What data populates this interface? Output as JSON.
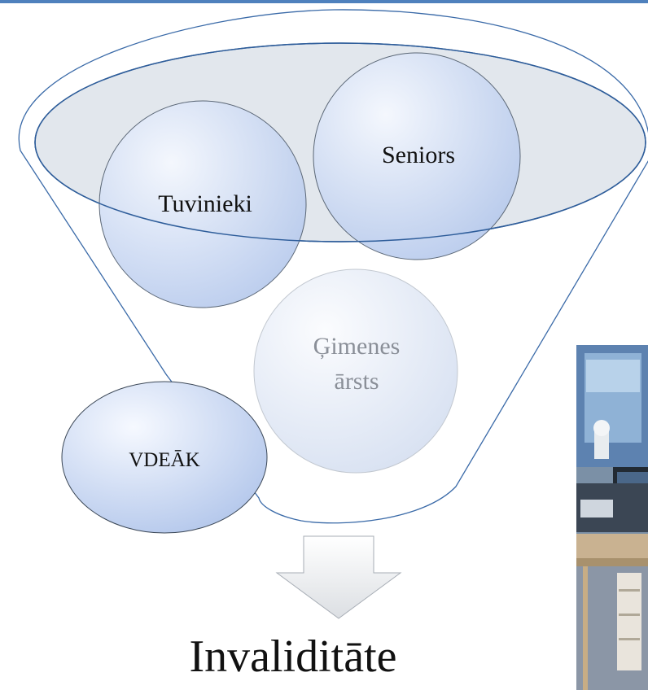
{
  "diagram": {
    "type": "funnel",
    "circles": [
      {
        "id": "tuvinieki",
        "label": "Tuvinieki"
      },
      {
        "id": "seniors",
        "label": "Seniors"
      },
      {
        "id": "gimenes",
        "label_line1": "Ģimenes",
        "label_line2": "ārsts"
      },
      {
        "id": "vdeak",
        "label": "VDEĀK"
      }
    ],
    "result": "Invaliditāte"
  },
  "colors": {
    "accent_line": "#4f81bd",
    "funnel_stroke": "#2e5d9a",
    "ellipse_fill": "#dde3ea",
    "bubble_light": "#f6f9ff",
    "bubble_dark": "#b6c9ec",
    "faded_text": "#8a8f98",
    "arrow_fill": "#e9ebee",
    "arrow_stroke": "#a7adb5"
  },
  "photo": {
    "icon": "office-desk-photo"
  }
}
